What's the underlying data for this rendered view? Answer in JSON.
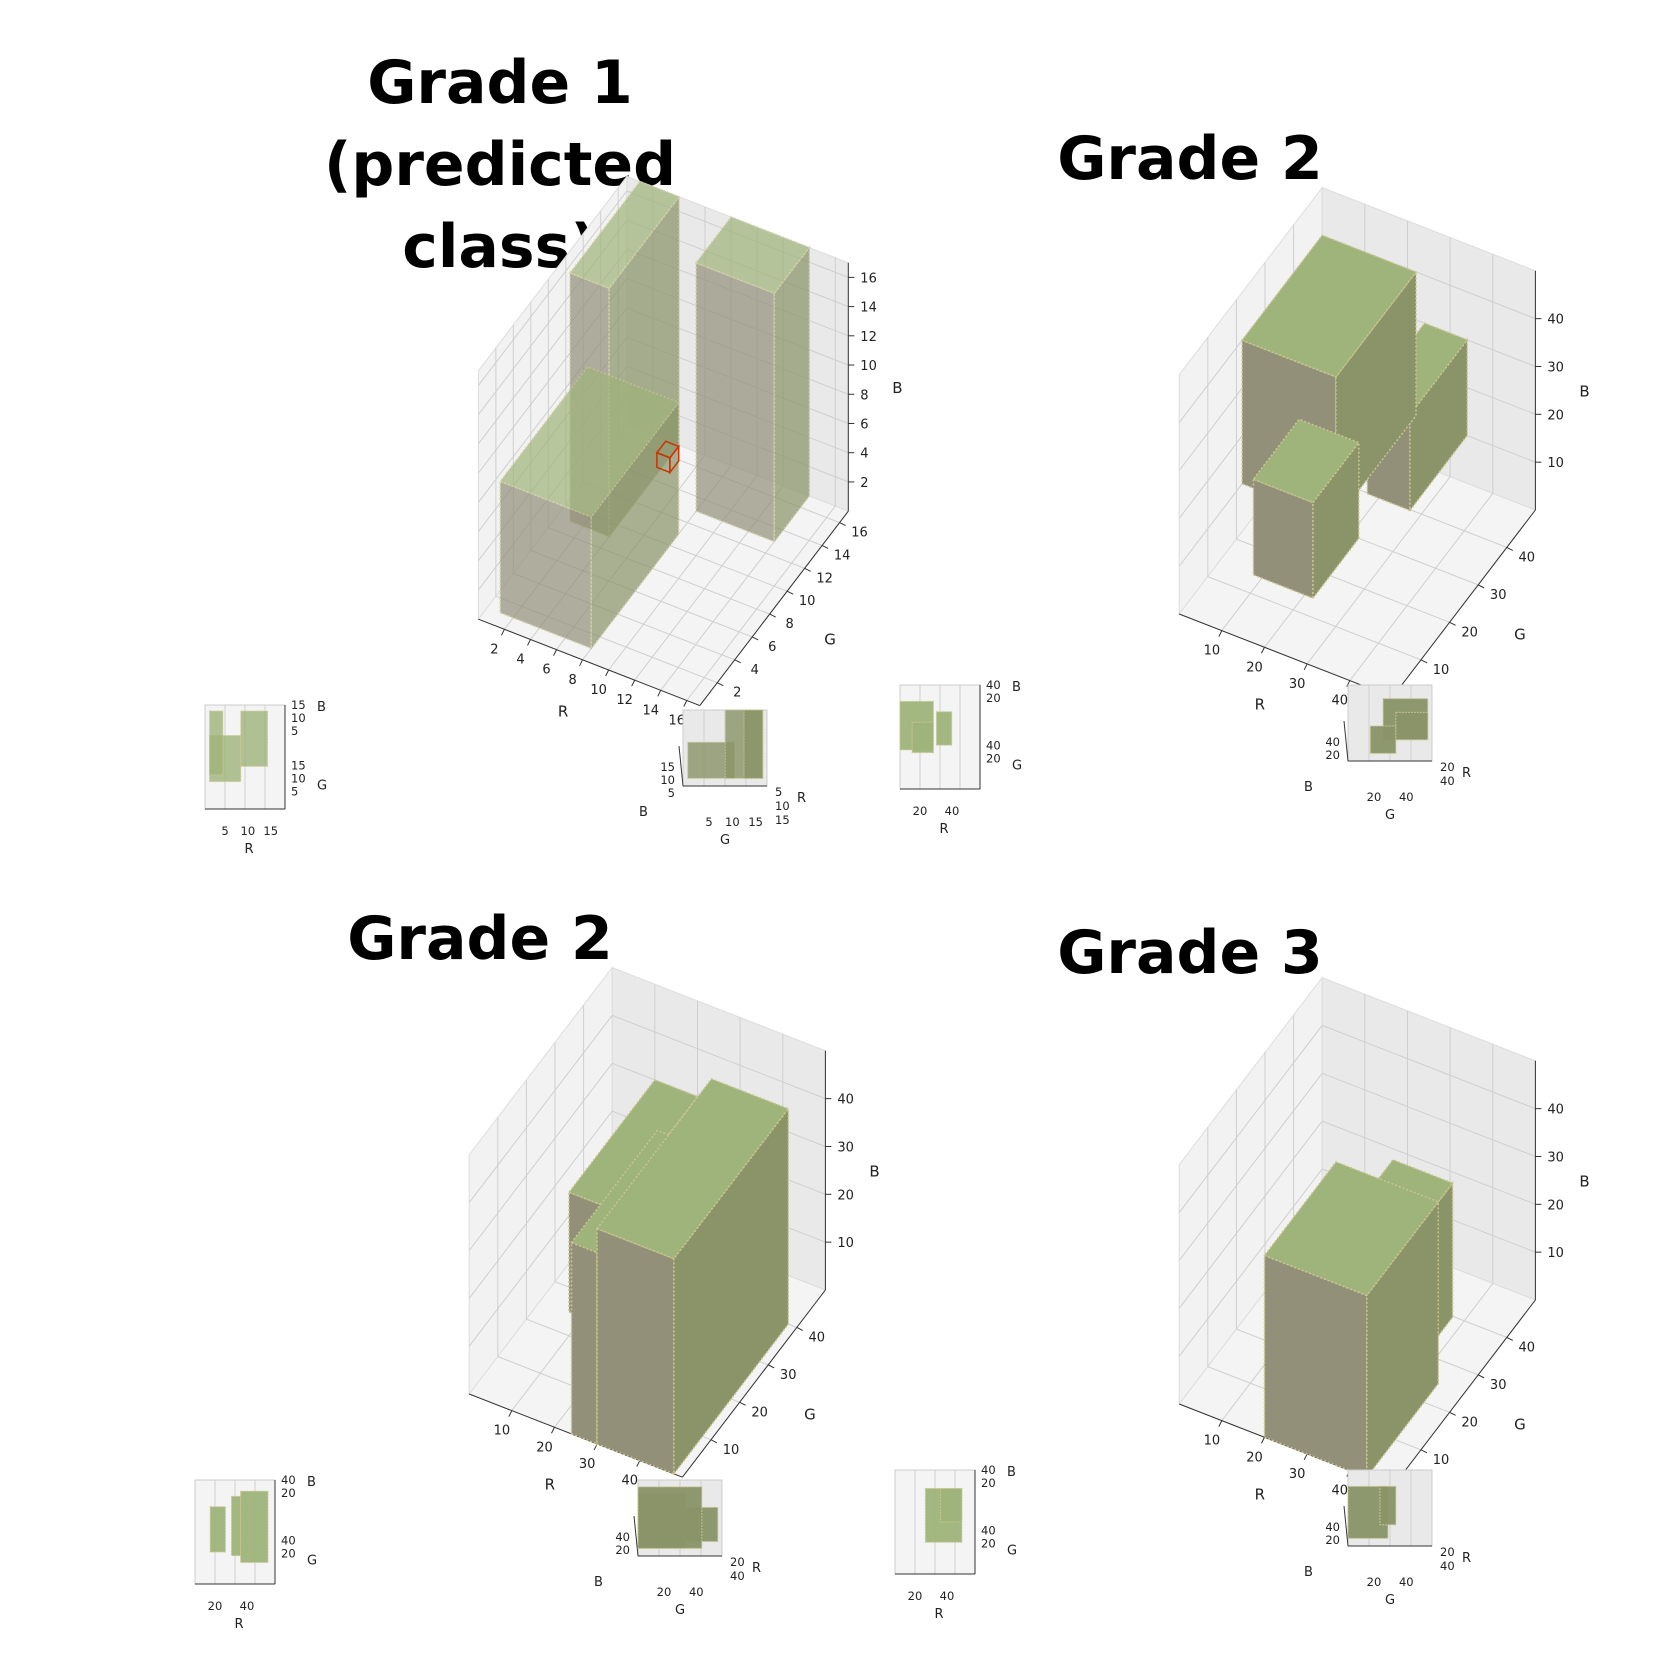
{
  "chart_data": [
    {
      "type": "3d-voxel",
      "title": "Grade 1\n(predicted class)",
      "title_lines": [
        "Grade 1",
        "(predicted class)"
      ],
      "main": {
        "xlabel": "R",
        "ylabel": "G",
        "zlabel": "B",
        "xticks": [
          "2",
          "4",
          "6",
          "8",
          "10",
          "12",
          "14",
          "16"
        ],
        "yticks": [
          "2",
          "4",
          "6",
          "8",
          "10",
          "12",
          "14",
          "16"
        ],
        "zticks": [
          "2",
          "4",
          "6",
          "8",
          "10",
          "12",
          "14",
          "16"
        ],
        "range": [
          0,
          17
        ],
        "voxels": [
          {
            "x": [
              1,
              8
            ],
            "y": [
              1,
              11
            ],
            "z": [
              0,
              9
            ]
          },
          {
            "x": [
              1,
              4
            ],
            "y": [
              9,
              17
            ],
            "z": [
              0,
              17
            ]
          },
          {
            "x": [
              8,
              14
            ],
            "y": [
              13,
              17
            ],
            "z": [
              0,
              17
            ]
          }
        ],
        "highlight": {
          "x": [
            7,
            8
          ],
          "y": [
            10,
            11
          ],
          "z": [
            5,
            6
          ],
          "color": "#cc3300"
        },
        "alpha": 0.22
      },
      "views": [
        {
          "name": "top-view",
          "ticks_b": [
            "15",
            "10",
            "5"
          ],
          "ticks_g": [
            "15",
            "10",
            "5"
          ],
          "ticks_r": [
            "5",
            "10",
            "15"
          ],
          "labels": [
            "B",
            "G",
            "R"
          ]
        },
        {
          "name": "side-view",
          "ticks_r": [
            "5",
            "10",
            "15"
          ],
          "ticks_b": [
            "15",
            "10",
            "5"
          ],
          "ticks_g": [
            "5",
            "10",
            "15"
          ],
          "labels": [
            "R",
            "B",
            "G"
          ]
        }
      ]
    },
    {
      "type": "3d-voxel",
      "title": "Grade 2",
      "main": {
        "xlabel": "R",
        "ylabel": "G",
        "zlabel": "B",
        "xticks": [
          "10",
          "20",
          "30",
          "40"
        ],
        "yticks": [
          "10",
          "20",
          "30",
          "40"
        ],
        "zticks": [
          "10",
          "20",
          "30",
          "40"
        ],
        "range": [
          0,
          50
        ],
        "voxels": [
          {
            "x": [
              0,
              22
            ],
            "y": [
              22,
              50
            ],
            "z": [
              10,
              40
            ]
          },
          {
            "x": [
              8,
              22
            ],
            "y": [
              14,
              30
            ],
            "z": [
              0,
              20
            ]
          },
          {
            "x": [
              24,
              34
            ],
            "y": [
              30,
              50
            ],
            "z": [
              10,
              30
            ]
          }
        ]
      },
      "views": [
        {
          "name": "top-view",
          "ticks_b": [
            "40",
            "20"
          ],
          "ticks_g": [
            "40",
            "20"
          ],
          "ticks_r": [
            "20",
            "40"
          ],
          "labels": [
            "B",
            "G",
            "R"
          ]
        },
        {
          "name": "side-view",
          "ticks_r": [
            "20",
            "40"
          ],
          "ticks_b": [
            "40",
            "20"
          ],
          "ticks_g": [
            "20",
            "40"
          ],
          "labels": [
            "R",
            "B",
            "G"
          ]
        }
      ]
    },
    {
      "type": "3d-voxel",
      "title": "Grade 2",
      "main": {
        "xlabel": "R",
        "ylabel": "G",
        "zlabel": "B",
        "xticks": [
          "10",
          "20",
          "30",
          "40"
        ],
        "yticks": [
          "10",
          "20",
          "30",
          "40"
        ],
        "zticks": [
          "10",
          "20",
          "30",
          "40"
        ],
        "range": [
          0,
          50
        ],
        "voxels": [
          {
            "x": [
              10,
              20
            ],
            "y": [
              20,
              50
            ],
            "z": [
              5,
              30
            ]
          },
          {
            "x": [
              24,
              30
            ],
            "y": [
              0,
              30
            ],
            "z": [
              0,
              40
            ]
          },
          {
            "x": [
              30,
              48
            ],
            "y": [
              0,
              40
            ],
            "z": [
              0,
              45
            ]
          }
        ]
      },
      "views": [
        {
          "name": "top-view",
          "ticks_b": [
            "40",
            "20"
          ],
          "ticks_g": [
            "40",
            "20"
          ],
          "ticks_r": [
            "20",
            "40"
          ],
          "labels": [
            "B",
            "G",
            "R"
          ]
        },
        {
          "name": "side-view",
          "ticks_r": [
            "20",
            "40"
          ],
          "ticks_b": [
            "40",
            "20"
          ],
          "ticks_g": [
            "20",
            "40"
          ],
          "labels": [
            "R",
            "B",
            "G"
          ]
        }
      ]
    },
    {
      "type": "3d-voxel",
      "title": "Grade 3",
      "main": {
        "xlabel": "R",
        "ylabel": "G",
        "zlabel": "B",
        "xticks": [
          "10",
          "20",
          "30",
          "40"
        ],
        "yticks": [
          "10",
          "20",
          "30",
          "40"
        ],
        "zticks": [
          "10",
          "20",
          "30",
          "40"
        ],
        "range": [
          0,
          50
        ],
        "voxels": [
          {
            "x": [
              20,
              44
            ],
            "y": [
              0,
              25
            ],
            "z": [
              0,
              38
            ]
          },
          {
            "x": [
              30,
              44
            ],
            "y": [
              20,
              30
            ],
            "z": [
              10,
              38
            ]
          }
        ]
      },
      "views": [
        {
          "name": "top-view",
          "ticks_b": [
            "40",
            "20"
          ],
          "ticks_g": [
            "40",
            "20"
          ],
          "ticks_r": [
            "20",
            "40"
          ],
          "labels": [
            "B",
            "G",
            "R"
          ]
        },
        {
          "name": "side-view",
          "ticks_r": [
            "20",
            "40"
          ],
          "ticks_b": [
            "40",
            "20"
          ],
          "ticks_g": [
            "20",
            "40"
          ],
          "labels": [
            "R",
            "B",
            "G"
          ]
        }
      ]
    }
  ],
  "colors": {
    "voxel_top": "#9fb47a",
    "voxel_left": "#93907a",
    "voxel_right": "#8a9468",
    "voxel_edge": "#c9c58f",
    "pane_left": "#f2f2f2",
    "pane_right": "#e9e9e9",
    "pane_floor": "#f4f4f4",
    "grid": "#cfcfcf",
    "highlight": "#cc3300"
  }
}
